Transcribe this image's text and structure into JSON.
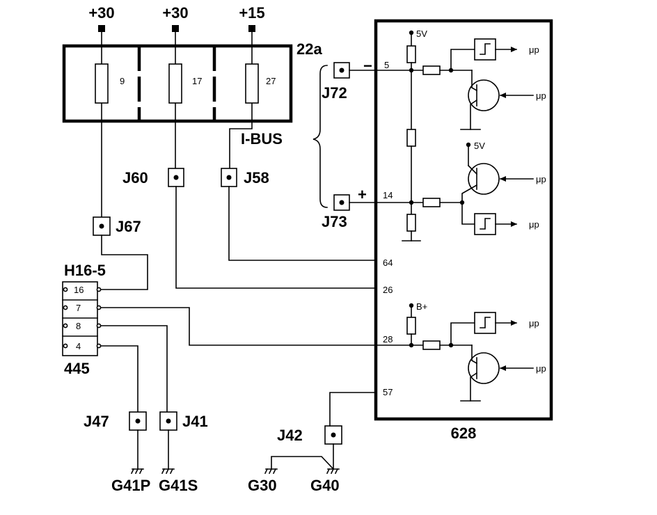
{
  "power": [
    "+30",
    "+30",
    "+15"
  ],
  "fuse_box": {
    "label": "22a",
    "fuses": [
      "9",
      "17",
      "27"
    ]
  },
  "connectors": {
    "j72": "J72",
    "j73": "J73",
    "j60": "J60",
    "j58": "J58",
    "j67": "J67",
    "j47": "J47",
    "j41": "J41",
    "j42": "J42"
  },
  "ibus": "I-BUS",
  "signs": {
    "minus": "−",
    "plus": "+"
  },
  "connector_block": {
    "title": "H16-5",
    "subtitle": "445",
    "pins": [
      "16",
      "7",
      "8",
      "4"
    ]
  },
  "module": {
    "label": "628",
    "pins": [
      "5",
      "14",
      "64",
      "26",
      "28",
      "57"
    ],
    "supplies": [
      "5V",
      "5V",
      "B+"
    ],
    "mu_label": "μp"
  },
  "grounds": [
    "G41P",
    "G41S",
    "G30",
    "G40"
  ]
}
